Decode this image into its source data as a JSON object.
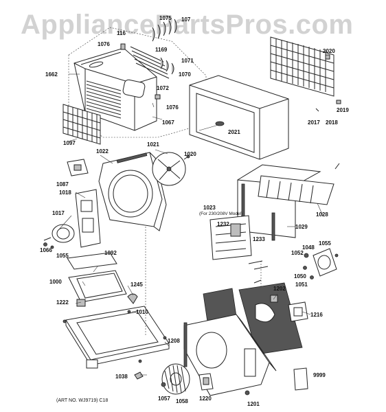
{
  "watermark": "AppliancePartsPros.com",
  "caption": "(ART NO. WJ9719) C18",
  "labels": {
    "p1075": "1075",
    "p1074": "107",
    "p1169a": "116",
    "p1076a": "1076",
    "p1169b": "1169",
    "p1662": "1662",
    "p1071": "1071",
    "p1070": "1070",
    "p1072": "1072",
    "p1076b": "1076",
    "p1067": "1067",
    "p1097": "1097",
    "p2020": "2020",
    "p2019": "2019",
    "p2017": "2017",
    "p2018": "2018",
    "p2021": "2021",
    "p1022": "1022",
    "p1021": "1021",
    "p1020": "1020",
    "p1087": "1087",
    "p1018": "1018",
    "p1017": "1017",
    "p1066": "1066",
    "p1055a": "1055",
    "p1092": "1092",
    "p1000": "1000",
    "p1245": "1245",
    "p1222": "1222",
    "p1010": "1010",
    "p1208": "1208",
    "p1038": "1038",
    "p1057": "1057",
    "p1058": "1058",
    "p1220": "1220",
    "p1201": "1201",
    "p1023": "1023",
    "p1023note": "(For 230/208V Model)",
    "p1232": "1232",
    "p1028": "1028",
    "p1029": "1029",
    "p1233": "1233",
    "p1048": "1048",
    "p1055b": "1055",
    "p1052": "1052",
    "p1050": "1050",
    "p1051": "1051",
    "p1202": "1202",
    "p1216": "1216",
    "p9999": "9999"
  }
}
